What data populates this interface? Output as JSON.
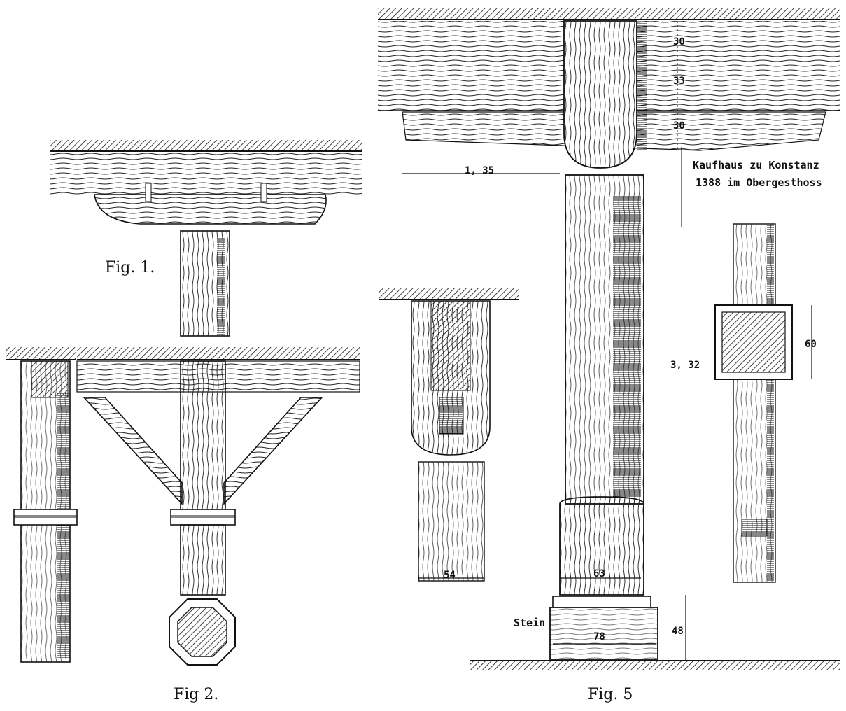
{
  "figures": {
    "fig1": "Fig. 1.",
    "fig2": "Fig  2.",
    "fig5": "Fig. 5"
  },
  "caption": {
    "line1": "Kaufhaus zu Konstanz",
    "line2": "1388   im Obergesthoss"
  },
  "dimensions": {
    "d135": "1, 35",
    "d30a": "30",
    "d33": "33",
    "d30b": "30",
    "d54": "54",
    "d63": "63",
    "d78": "78",
    "d48": "48",
    "d60": "60",
    "d332": "3, 32"
  },
  "labels": {
    "stein": "Stein"
  }
}
